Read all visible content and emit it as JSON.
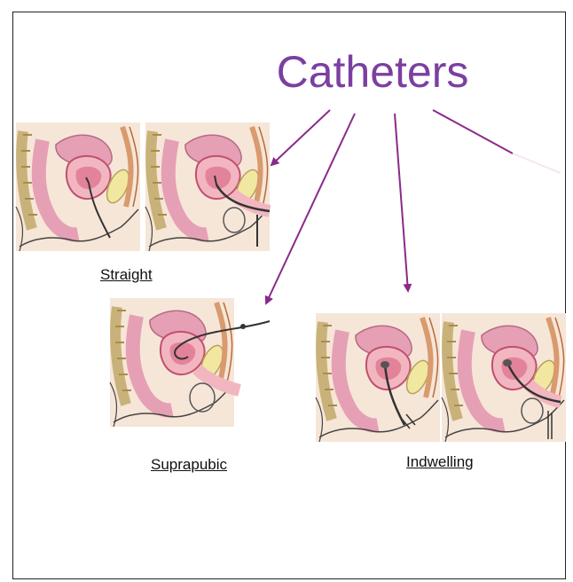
{
  "title": "Catheters",
  "labels": {
    "straight": "Straight",
    "suprapubic": "Suprapubic",
    "indwelling": "Indwelling"
  },
  "colors": {
    "title": "#7b3fa1",
    "arrow": "#8a2a8a",
    "skin": "#f6e6d8",
    "bladder": "#f2b6c0",
    "bladder_dark": "#d75a7a",
    "bone": "#f2e7a0",
    "rectum": "#e6a0b5",
    "catheter": "#333333"
  }
}
